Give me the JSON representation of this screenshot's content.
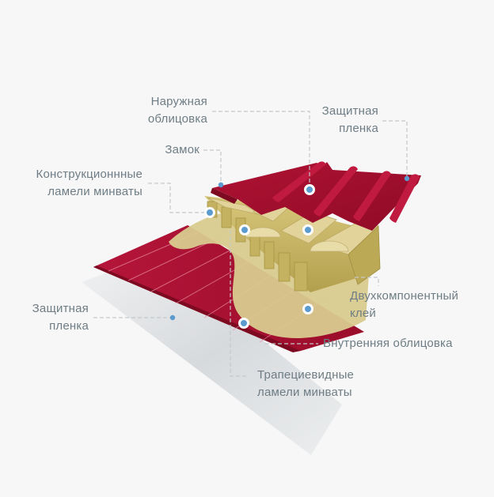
{
  "diagram": {
    "subject": "Sandwich panel with mineral wool core — layer structure",
    "colors": {
      "background": "#f7f7f7",
      "label_text": "#6e7d85",
      "leader_line": "#c4c8cb",
      "marker_dot": "#5b9bd0",
      "panel_red": "#a8102e",
      "panel_red_dark": "#7e0a22",
      "mineral_wool": "#c9b86a",
      "adhesive_layer": "#d9cb8f",
      "protective_film": "#e4e6e8"
    },
    "labels": {
      "outer_cladding": {
        "line1": "Наружная",
        "line2": "облицовка"
      },
      "protective_film_top": {
        "line1": "Защитная",
        "line2": "пленка"
      },
      "lock": {
        "line1": "Замок"
      },
      "structural_lamellas": {
        "line1": "Конструкционнные",
        "line2": "ламели минваты"
      },
      "protective_film_bottom": {
        "line1": "Защитная",
        "line2": "пленка"
      },
      "two_component_adhesive": {
        "line1": "Двухкомпонентный",
        "line2": "клей"
      },
      "inner_cladding": {
        "line1": "Внутренняя облицовка"
      },
      "trapezoidal_lamellas": {
        "line1": "Трапециевидные",
        "line2": "ламели минваты"
      }
    }
  }
}
